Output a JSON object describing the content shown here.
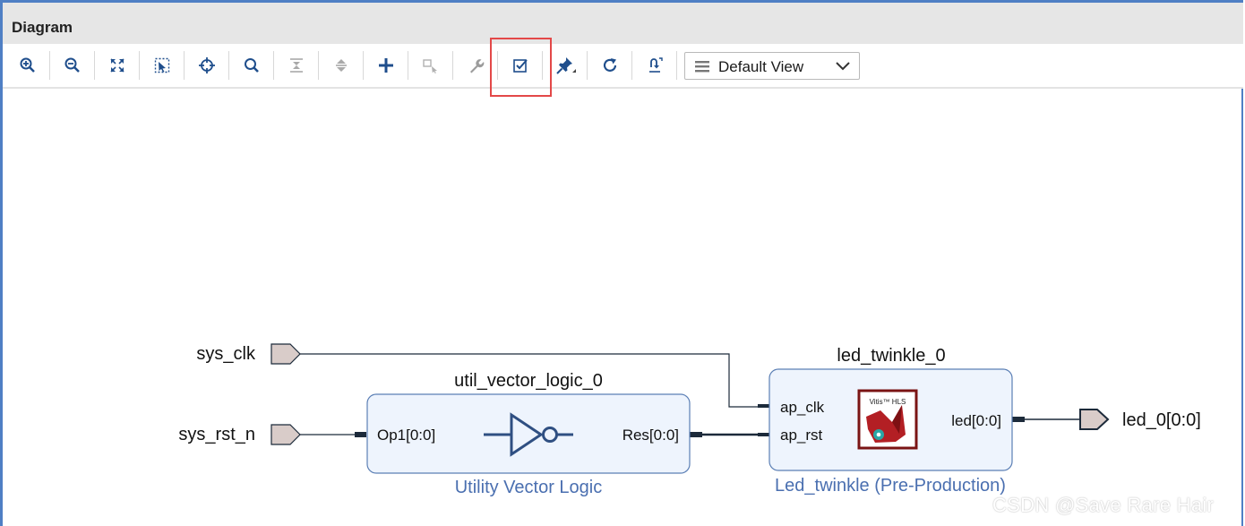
{
  "panel": {
    "title": "Diagram"
  },
  "toolbar": {
    "buttons": [
      {
        "name": "zoom-in-button",
        "icon": "zoom-in-icon"
      },
      {
        "name": "zoom-out-button",
        "icon": "zoom-out-icon"
      },
      {
        "name": "zoom-fit-button",
        "icon": "fit-icon"
      },
      {
        "name": "zoom-area-button",
        "icon": "zoom-area-icon"
      },
      {
        "name": "auto-fit-selection-button",
        "icon": "crosshair-icon"
      },
      {
        "name": "search-button",
        "icon": "search-icon"
      },
      {
        "name": "collapse-all-button",
        "icon": "collapse-icon"
      },
      {
        "name": "expand-all-button",
        "icon": "expand-icon"
      },
      {
        "name": "add-ip-button",
        "icon": "plus-icon"
      },
      {
        "name": "make-connection-button",
        "icon": "connection-icon"
      },
      {
        "name": "settings-button",
        "icon": "wrench-icon"
      },
      {
        "name": "validate-design-button",
        "icon": "checkbox-icon"
      },
      {
        "name": "pin-button",
        "icon": "pin-icon"
      },
      {
        "name": "regenerate-layout-button",
        "icon": "refresh-icon"
      },
      {
        "name": "optimize-routing-button",
        "icon": "routing-icon"
      }
    ],
    "view_select": {
      "value": "Default View",
      "icon": "list-icon"
    }
  },
  "diagram": {
    "ports": {
      "sys_clk": "sys_clk",
      "sys_rst_n": "sys_rst_n",
      "led_out": "led_0[0:0]"
    },
    "blocks": {
      "util": {
        "instance": "util_vector_logic_0",
        "input_pin": "Op1[0:0]",
        "output_pin": "Res[0:0]",
        "type_label": "Utility Vector Logic",
        "icon": "not-gate-icon"
      },
      "led": {
        "instance": "led_twinkle_0",
        "pin_clk": "ap_clk",
        "pin_rst": "ap_rst",
        "output_pin": "led[0:0]",
        "type_label": "Led_twinkle (Pre-Production)",
        "logo_text": "Vitis™ HLS",
        "icon": "vitis-hls-logo"
      }
    },
    "colors": {
      "block_fill": "#eef4fd",
      "block_border": "#5b7fb5",
      "type_label": "#4a6fb0",
      "port_fill": "#d9ccc9",
      "wire": "#1c2a3a",
      "highlight": "#e34848"
    }
  },
  "watermark": "CSDN @Save Rare Hair"
}
